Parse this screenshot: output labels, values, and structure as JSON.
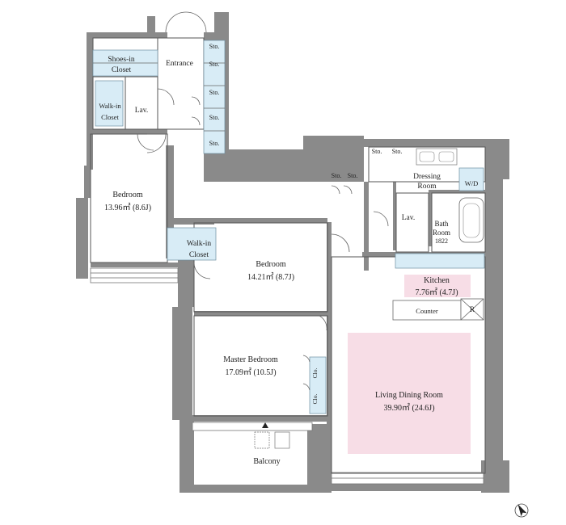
{
  "rooms": {
    "shoes_closet": "Shoes-in\nCloset",
    "entrance": "Entrance",
    "storage": "Sto.",
    "walkin_closet": "Walk-in\nCloset",
    "lav": "Lav.",
    "bedroom1": {
      "name": "Bedroom",
      "area": "13.96㎡ (8.6J)"
    },
    "bedroom2": {
      "name": "Bedroom",
      "area": "14.21㎡ (8.7J)"
    },
    "master": {
      "name": "Master Bedroom",
      "area": "17.09㎡ (10.5J)"
    },
    "closet": "Clo.",
    "balcony": "Balcony",
    "dressing": "Dressing\nRoom",
    "wd": "W/D",
    "bath": {
      "name": "Bath\nRoom",
      "size": "1822"
    },
    "kitchen": {
      "name": "Kitchen",
      "area": "7.76㎡ (4.7J)"
    },
    "counter": "Counter",
    "refrigerator": "R",
    "living": {
      "name": "Living Dining Room",
      "area": "39.90㎡ (24.6J)"
    }
  },
  "colors": {
    "wall": "#8a8a8a",
    "closet_fill": "#d8ecf6",
    "highlight_pink": "#f7dde6"
  },
  "icons": [
    "north-arrow-icon"
  ]
}
